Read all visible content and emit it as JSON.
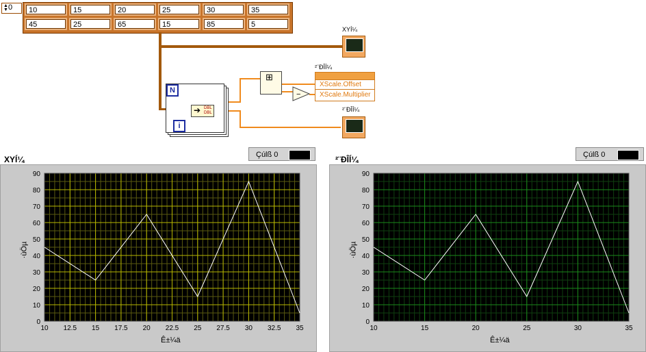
{
  "array_control": {
    "index_value": "0",
    "rows": [
      [
        "10",
        "15",
        "20",
        "25",
        "30",
        "35"
      ],
      [
        "45",
        "25",
        "65",
        "15",
        "85",
        "5"
      ]
    ]
  },
  "diagram": {
    "xy_graph_terminal_label": "XYÍ¼",
    "waveform_graph_terminal_label": "²¨ÐÎÍ¼",
    "property_node_title": "²¨ÐÎÍ¼",
    "property_node_items": [
      "XScale.Offset",
      "XScale.Multiplier"
    ],
    "loop_count_label": "N",
    "loop_index_label": "i",
    "dbl_label": "DBL"
  },
  "graphs": [
    {
      "title": "XYÍ¼",
      "legend_label": "Çúlß 0",
      "xlabel": "Ê±¼ä",
      "ylabel": "·ùÖµ",
      "grid_color": "#b8b800",
      "minor_grid_color": "#5a5a10",
      "bg_color": "#000000",
      "line_color": "#ffffff"
    },
    {
      "title": "²¨ÐÎÍ¼",
      "legend_label": "Çúlß 0",
      "xlabel": "Ê±¼ä",
      "ylabel": "·ùÖµ",
      "grid_color": "#1a8a1a",
      "minor_grid_color": "#0f3f0f",
      "bg_color": "#000000",
      "line_color": "#ffffff"
    }
  ],
  "chart_data": [
    {
      "type": "line",
      "x": [
        10,
        15,
        20,
        25,
        30,
        35
      ],
      "series": [
        {
          "values": [
            45,
            25,
            65,
            15,
            85,
            5
          ]
        }
      ],
      "xlim": [
        10,
        35
      ],
      "ylim": [
        0,
        90
      ],
      "xticks": [
        "10",
        "12.5",
        "15",
        "17.5",
        "20",
        "22.5",
        "25",
        "27.5",
        "30",
        "32.5",
        "35"
      ],
      "yticks": [
        "0",
        "10",
        "20",
        "30",
        "40",
        "50",
        "60",
        "70",
        "80",
        "90"
      ],
      "grid": true
    },
    {
      "type": "line",
      "x": [
        10,
        15,
        20,
        25,
        30,
        35
      ],
      "series": [
        {
          "values": [
            45,
            25,
            65,
            15,
            85,
            5
          ]
        }
      ],
      "xlim": [
        10,
        35
      ],
      "ylim": [
        0,
        90
      ],
      "xticks": [
        "10",
        "15",
        "20",
        "25",
        "30",
        "35"
      ],
      "yticks": [
        "0",
        "10",
        "20",
        "30",
        "40",
        "50",
        "60",
        "70",
        "80",
        "90"
      ],
      "grid": true
    }
  ]
}
